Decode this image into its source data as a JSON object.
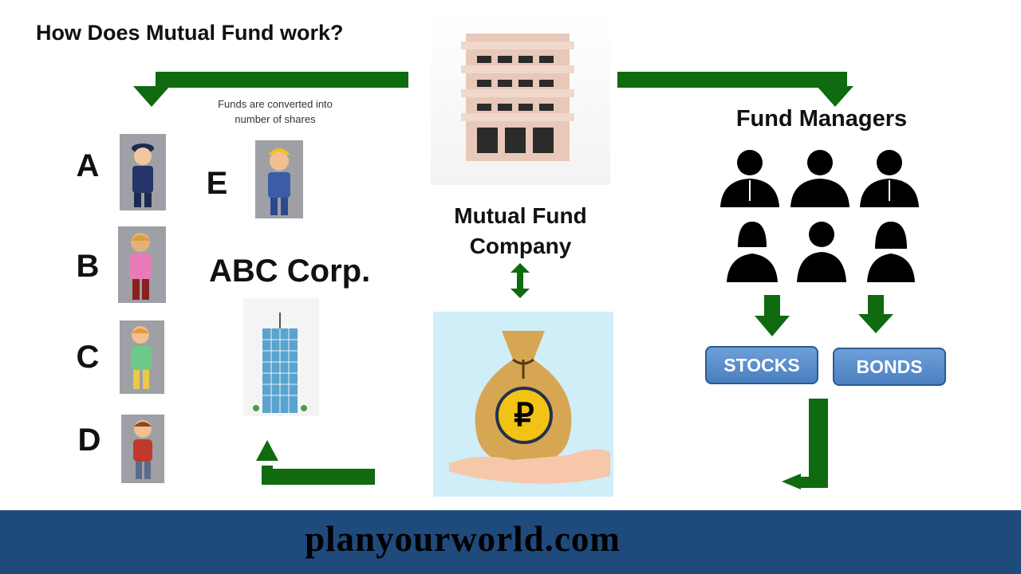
{
  "title": "How Does Mutual Fund work?",
  "caption_line1": "Funds are converted into",
  "caption_line2": "number of shares",
  "investors": [
    {
      "label": "A",
      "figure": "police-officer"
    },
    {
      "label": "B",
      "figure": "man-pink-shirt"
    },
    {
      "label": "C",
      "figure": "man-green-shirt"
    },
    {
      "label": "D",
      "figure": "man-red-vest"
    },
    {
      "label": "E",
      "figure": "construction-worker"
    }
  ],
  "company_name": "ABC Corp.",
  "fund_company_line1": "Mutual Fund",
  "fund_company_line2": "Company",
  "currency_symbol": "₽",
  "fund_managers_label": "Fund Managers",
  "stocks_label": "STOCKS",
  "bonds_label": "BONDS",
  "footer_text": "planyourworld.com",
  "colors": {
    "arrow": "#0f6a10",
    "footer": "#1f4a7c",
    "pill": "#5b8ccb",
    "bag": "#d6a652",
    "coin": "#f2c314"
  }
}
